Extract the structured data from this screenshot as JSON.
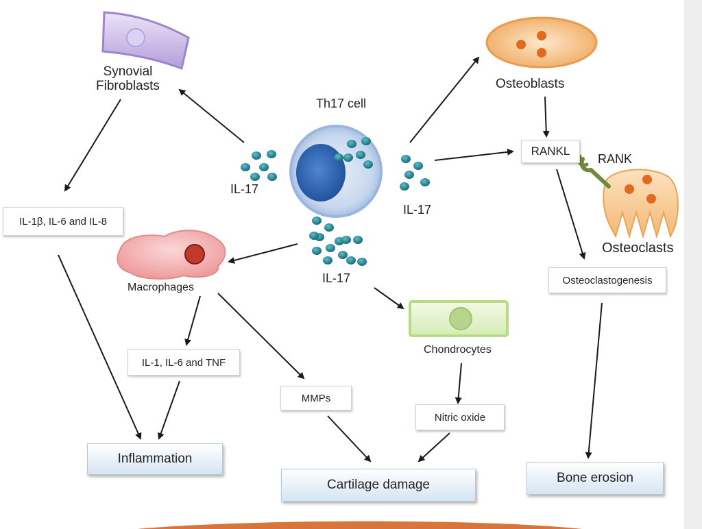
{
  "title": "Th17 cell",
  "cells": {
    "synovial_fibroblasts": "Synovial\nFibroblasts",
    "osteoblasts": "Osteoblasts",
    "macrophages": "Macrophages",
    "chondrocytes": "Chondrocytes",
    "osteoclasts": "Osteoclasts",
    "rank": "RANK"
  },
  "cytokine_labels": {
    "left": "IL-17",
    "right": "IL-17",
    "bottom": "IL-17"
  },
  "mediators": {
    "il1b_il6_il8": "IL-1β, IL-6 and IL-8",
    "il1_il6_tnf": "IL-1, IL-6 and TNF",
    "mmps": "MMPs",
    "nitric_oxide": "Nitric oxide",
    "rankl": "RANKL",
    "osteoclastogenesis": "Osteoclastogenesis"
  },
  "outcomes": {
    "inflammation": "Inflammation",
    "cartilage_damage": "Cartilage damage",
    "bone_erosion": "Bone erosion"
  },
  "colors": {
    "il17_dots": "#2a8a9a",
    "th17_nucleus": "#2b63b3",
    "osteoblast": "#f2b06a",
    "macrophage": "#f2a7a7",
    "chondrocyte": "#c9e3a1",
    "fibroblast": "#c8b6e6",
    "osteoclast": "#f6c28a",
    "rank_receptor": "#6e8a3a"
  }
}
